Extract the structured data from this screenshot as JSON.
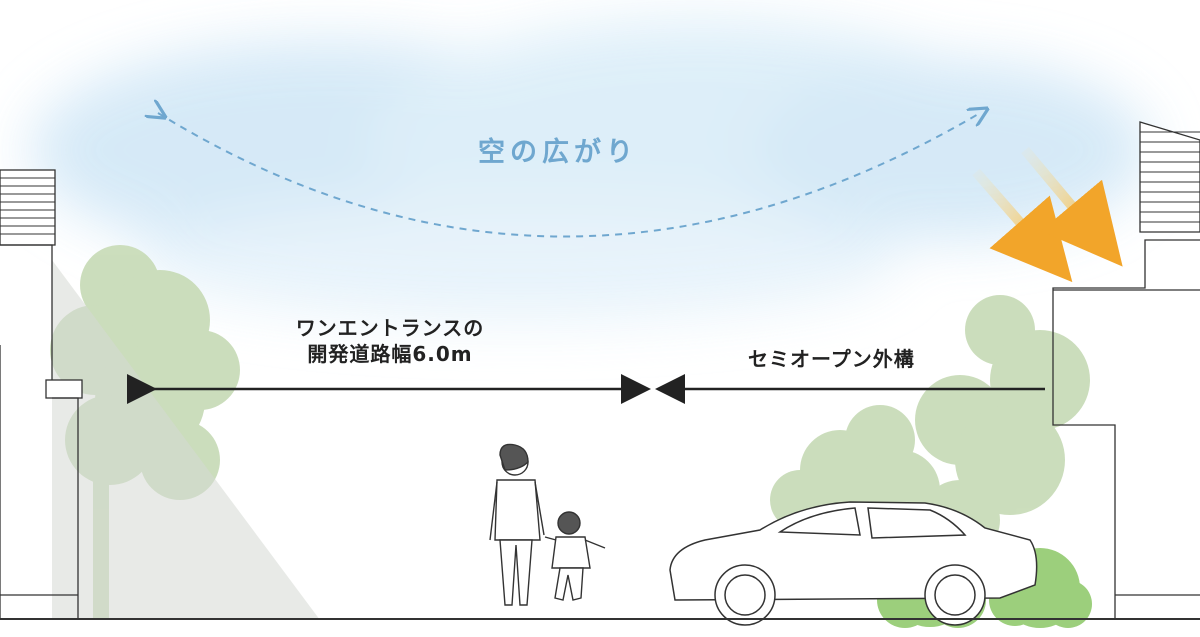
{
  "labels": {
    "sky": "空の広がり",
    "road_line1": "ワンエントランスの",
    "road_line2": "開発道路幅6.0m",
    "fence": "セミオープン外構"
  },
  "colors": {
    "sky": "#d7ebf7",
    "sky_arrow": "#6fa7cf",
    "sun_arrow": "#f2b73f",
    "tree": "#c9dcb9",
    "shrub": "#9ccf7c",
    "line": "#333333"
  },
  "icons": [
    "sky-arc-arrow",
    "sun-ray-arrow",
    "road-width-arrow",
    "fence-arrow"
  ]
}
